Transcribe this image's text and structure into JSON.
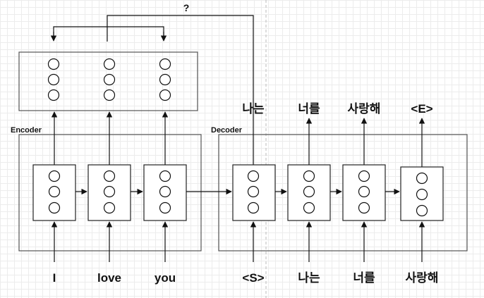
{
  "labels": {
    "encoder": "Encoder",
    "decoder": "Decoder",
    "attention_question": "?"
  },
  "encoder_inputs": [
    "I",
    "love",
    "you"
  ],
  "decoder_inputs": [
    "<S>",
    "나는",
    "너를",
    "사랑해"
  ],
  "decoder_outputs": [
    "나는",
    "너를",
    "사랑해",
    "<E>"
  ],
  "colors": {
    "stroke": "#111111",
    "box_stroke": "#555555",
    "grid": "#ececec"
  }
}
